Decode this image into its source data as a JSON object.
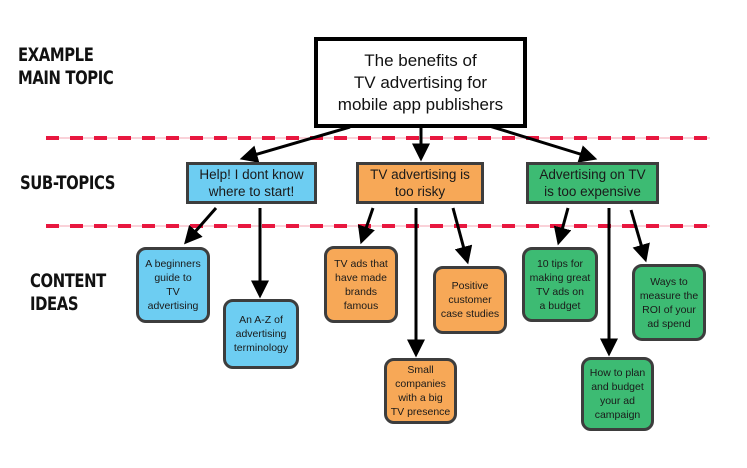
{
  "colors": {
    "blue": "#6dcdf2",
    "orange": "#f7a857",
    "green": "#3dbb73",
    "divider": "#e8173f",
    "arrow": "#000000"
  },
  "row_labels": {
    "main_topic": [
      "EXAMPLE",
      "MAIN TOPIC"
    ],
    "sub_topics": [
      "SUB-TOPICS"
    ],
    "content_ideas": [
      "CONTENT",
      "IDEAS"
    ]
  },
  "main_topic": {
    "lines": [
      "The benefits of",
      "TV advertising for",
      "mobile app publishers"
    ]
  },
  "sub_topics": [
    {
      "id": "help",
      "color": "blue",
      "lines": [
        "Help! I dont know",
        "where to start!"
      ]
    },
    {
      "id": "risky",
      "color": "orange",
      "lines": [
        "TV advertising is",
        "too risky"
      ]
    },
    {
      "id": "expensive",
      "color": "green",
      "lines": [
        "Advertising on TV",
        "is too expensive"
      ]
    }
  ],
  "content_ideas": [
    {
      "parent": "help",
      "color": "blue",
      "lines": [
        "A beginners",
        "guide to",
        "TV",
        "advertising"
      ]
    },
    {
      "parent": "help",
      "color": "blue",
      "lines": [
        "An A-Z of",
        "advertising",
        "terminology"
      ]
    },
    {
      "parent": "risky",
      "color": "orange",
      "lines": [
        "TV ads that",
        "have made",
        "brands",
        "famous"
      ]
    },
    {
      "parent": "risky",
      "color": "orange",
      "lines": [
        "Small",
        "companies",
        "with a big",
        "TV presence"
      ]
    },
    {
      "parent": "risky",
      "color": "orange",
      "lines": [
        "Positive",
        "customer",
        "case studies"
      ]
    },
    {
      "parent": "expensive",
      "color": "green",
      "lines": [
        "10 tips for",
        "making great",
        "TV ads on",
        "a budget"
      ]
    },
    {
      "parent": "expensive",
      "color": "green",
      "lines": [
        "How to plan",
        "and budget",
        "your ad",
        "campaign"
      ]
    },
    {
      "parent": "expensive",
      "color": "green",
      "lines": [
        "Ways to",
        "measure the",
        "ROI of your",
        "ad spend"
      ]
    }
  ]
}
